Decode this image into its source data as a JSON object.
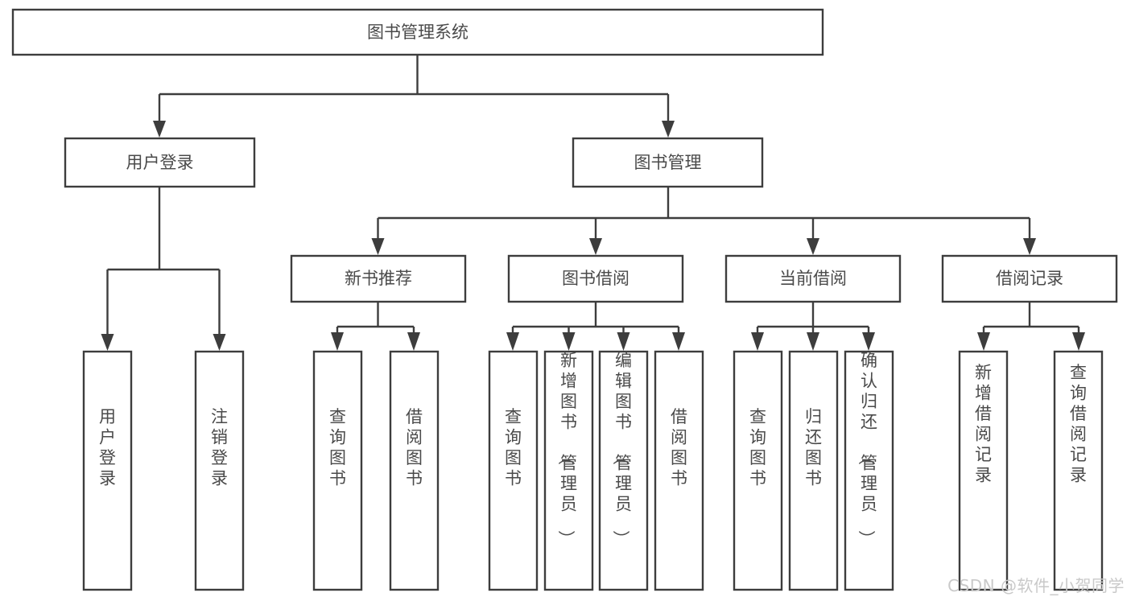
{
  "diagram": {
    "type": "tree",
    "title": "图书管理系统",
    "watermark": "CSDN @软件_小贺同学",
    "colors": {
      "box_stroke": "#3d3d3d",
      "box_fill": "#ffffff",
      "text": "#4a4a4a",
      "background": "#ffffff",
      "watermark": "#c9c9c9"
    },
    "levels": {
      "root": {
        "label": "图书管理系统"
      },
      "level2": [
        {
          "label": "用户登录"
        },
        {
          "label": "图书管理"
        }
      ],
      "level3": [
        {
          "label": "新书推荐"
        },
        {
          "label": "图书借阅"
        },
        {
          "label": "当前借阅"
        },
        {
          "label": "借阅记录"
        }
      ]
    },
    "nodes": {
      "root": "图书管理系统",
      "user_login": "用户登录",
      "book_manage": "图书管理",
      "new_book_rec": "新书推荐",
      "book_borrow": "图书借阅",
      "current_borrow": "当前借阅",
      "borrow_record": "借阅记录"
    },
    "leaves": {
      "user_login": [
        "用户登录",
        "注销登录"
      ],
      "new_book_rec": [
        "查询图书",
        "借阅图书"
      ],
      "book_borrow": [
        "查询图书",
        "新增图书（管理员）",
        "编辑图书（管理员）",
        "借阅图书"
      ],
      "current_borrow": [
        "查询图书",
        "归还图书",
        "确认归还（管理员）"
      ],
      "borrow_record": [
        "新增借阅记录",
        "查询借阅记录"
      ]
    }
  }
}
